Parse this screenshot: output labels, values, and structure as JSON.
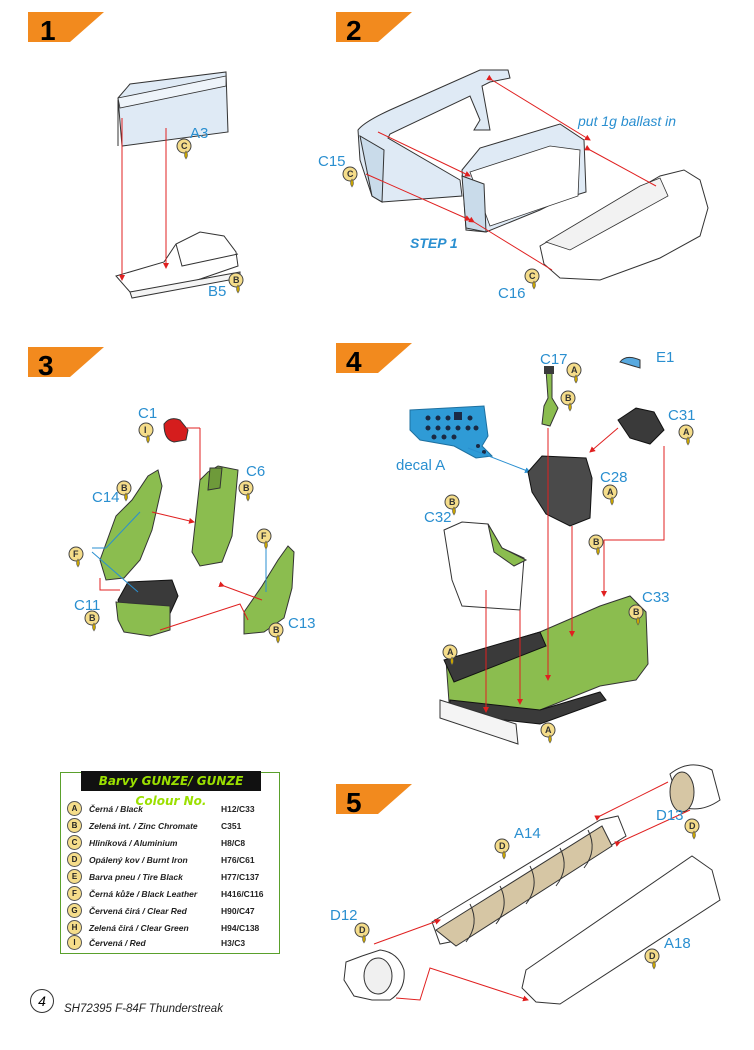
{
  "steps": [
    {
      "num": "1"
    },
    {
      "num": "2"
    },
    {
      "num": "3"
    },
    {
      "num": "4"
    },
    {
      "num": "5"
    }
  ],
  "parts": {
    "a3": "A3",
    "b5": "B5",
    "c15": "C15",
    "c16": "C16",
    "c1": "C1",
    "c6": "C6",
    "c14": "C14",
    "c11": "C11",
    "c13": "C13",
    "c17": "C17",
    "e1": "E1",
    "c31": "C31",
    "c28": "C28",
    "c32": "C32",
    "c33": "C33",
    "a14": "A14",
    "d13": "D13",
    "d12": "D12",
    "a18": "A18"
  },
  "notes": {
    "ballast": "put 1g ballast in",
    "step1": "STEP 1",
    "decal": "decal A"
  },
  "badges": {
    "a": "A",
    "b": "B",
    "c": "C",
    "d": "D",
    "f": "F",
    "i": "I"
  },
  "colour_table": {
    "title": "Barvy GUNZE/ GUNZE Colour No.",
    "rows": [
      {
        "key": "A",
        "name": "Černá / Black",
        "code": "H12/C33"
      },
      {
        "key": "B",
        "name": "Zelená int. / Zinc Chromate",
        "code": "C351"
      },
      {
        "key": "C",
        "name": "Hliníková / Aluminium",
        "code": "H8/C8"
      },
      {
        "key": "D",
        "name": "Opálený kov / Burnt Iron",
        "code": "H76/C61"
      },
      {
        "key": "E",
        "name": "Barva pneu / Tire Black",
        "code": "H77/C137"
      },
      {
        "key": "F",
        "name": "Černá kůže / Black Leather",
        "code": "H416/C116"
      },
      {
        "key": "G",
        "name": "Červená čirá / Clear Red",
        "code": "H90/C47"
      },
      {
        "key": "H",
        "name": "Zelená čirá / Clear Green",
        "code": "H94/C138"
      },
      {
        "key": "I",
        "name": "Červená / Red",
        "code": "H3/C3"
      }
    ]
  },
  "footer": {
    "page": "4",
    "text": "SH72395  F-84F Thunderstreak"
  },
  "colors": {
    "step_banner": "#f28a1e",
    "label_blue": "#2a8fd0",
    "arrow_red": "#e02020",
    "part_light_blue": "#dfeaf5",
    "cockpit_green": "#8bbd4f",
    "black_part": "#3a3a3a",
    "tan": "#d6c6a4"
  }
}
